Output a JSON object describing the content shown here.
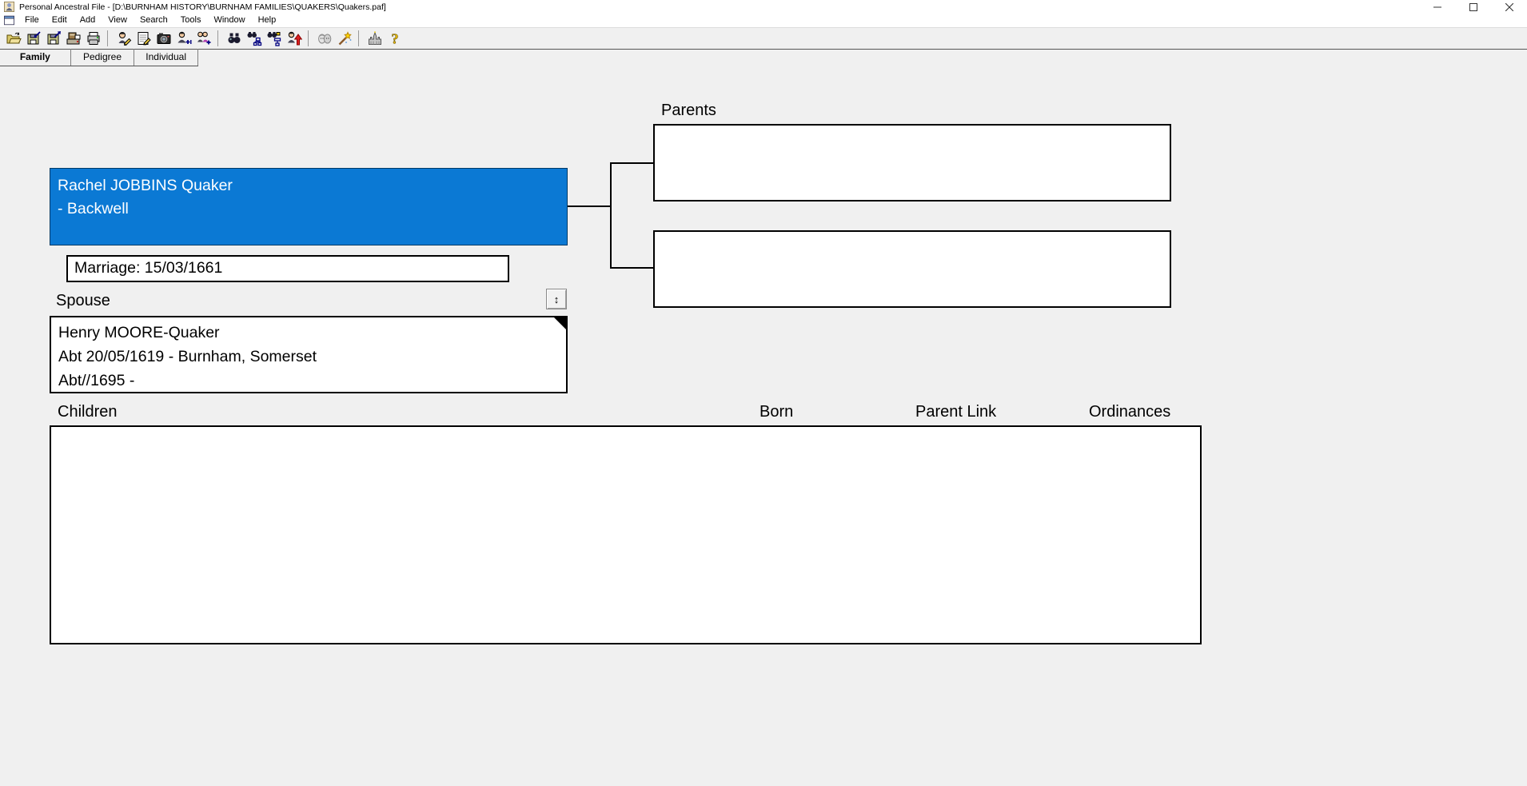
{
  "titlebar": {
    "title": "Personal Ancestral File - [D:\\BURNHAM HISTORY\\BURNHAM FAMILIES\\QUAKERS\\Quakers.paf]"
  },
  "window_controls": {
    "main": [
      "minimize-icon",
      "maximize-icon",
      "close-icon"
    ],
    "mdi": [
      "mdi-minimize-icon",
      "mdi-restore-icon",
      "mdi-close-icon"
    ]
  },
  "menu": {
    "items": [
      "File",
      "Edit",
      "Add",
      "View",
      "Search",
      "Tools",
      "Window",
      "Help"
    ]
  },
  "toolbar": {
    "groups": [
      [
        "open-file-icon",
        "backup-icon",
        "restore-icon",
        "print-reports-icon",
        "print-icon"
      ],
      [
        "edit-individual-icon",
        "notes-icon",
        "multimedia-icon",
        "add-individual-icon",
        "add-family-icon"
      ],
      [
        "search-icon",
        "search-family-icon",
        "search-descendancy-icon",
        "person-red-arrow-icon"
      ],
      [
        "couple-faces-icon",
        "wand-icon"
      ],
      [
        "temple-icon",
        "help-icon"
      ]
    ]
  },
  "tabs": {
    "active": "Family",
    "items": [
      "Family",
      "Pedigree",
      "Individual"
    ]
  },
  "family_view": {
    "labels": {
      "parents": "Parents",
      "spouse": "Spouse",
      "children": "Children"
    },
    "selected_person": {
      "line1": "Rachel JOBBINS Quaker",
      "line2": "- Backwell"
    },
    "marriage_text": "Marriage: 15/03/1661",
    "swap_glyph": "↕",
    "spouse": {
      "lines": [
        "Henry MOORE-Quaker",
        "Abt 20/05/1619 - Burnham, Somerset",
        "Abt//1695 -"
      ]
    },
    "children_headers": {
      "born": "Born",
      "parent_link": "Parent Link",
      "ordinances": "Ordinances"
    },
    "colors": {
      "selected_person_bg": "#0b79d4"
    }
  }
}
